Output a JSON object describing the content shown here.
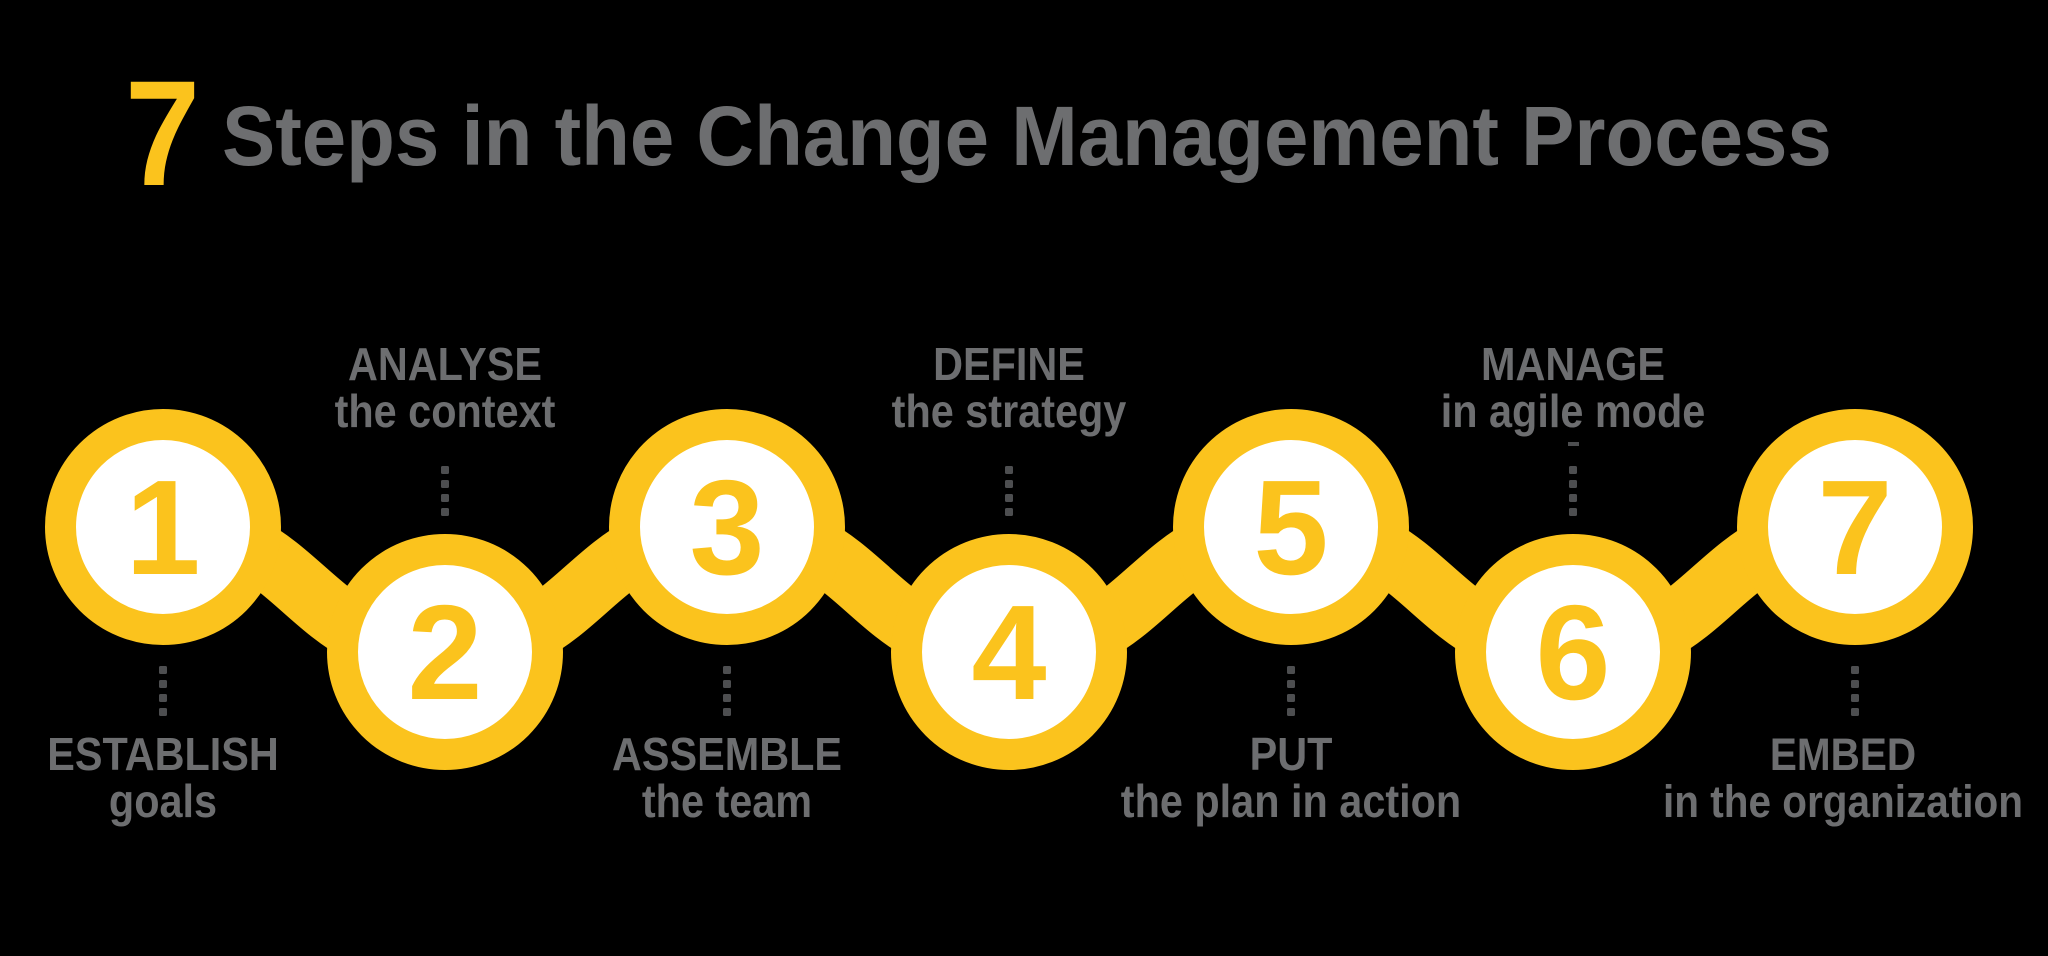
{
  "title": {
    "prefix": "7",
    "text": "Steps in the Change Management Process"
  },
  "colors": {
    "background": "#000000",
    "yellow": "#FBC31D",
    "gray": "#6D6E70",
    "dot_gray": "#4D4E50",
    "circle_fill": "#FFFFFF"
  },
  "steps": [
    {
      "number": "1",
      "title": "ESTABLISH",
      "subtitle": "goals",
      "label_position": "below"
    },
    {
      "number": "2",
      "title": "ANALYSE",
      "subtitle": "the context",
      "label_position": "above"
    },
    {
      "number": "3",
      "title": "ASSEMBLE",
      "subtitle": "the team",
      "label_position": "below"
    },
    {
      "number": "4",
      "title": "DEFINE",
      "subtitle": "the strategy",
      "label_position": "above"
    },
    {
      "number": "5",
      "title": "PUT",
      "subtitle": "the plan in action",
      "label_position": "below"
    },
    {
      "number": "6",
      "title": "MANAGE",
      "subtitle": "in agile mode",
      "label_position": "above"
    },
    {
      "number": "7",
      "title": "EMBED",
      "subtitle": "in the organization",
      "label_position": "below"
    }
  ]
}
